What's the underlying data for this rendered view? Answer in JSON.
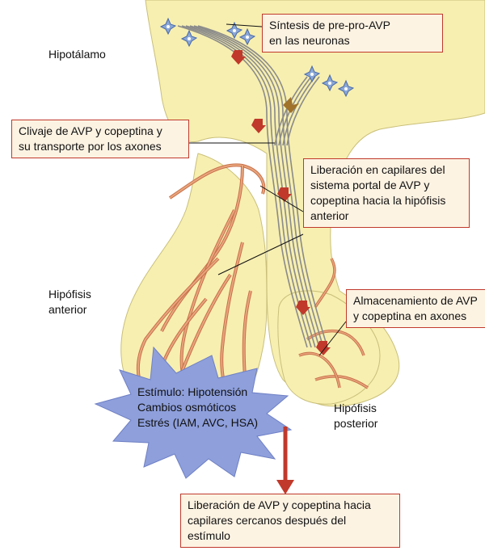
{
  "labels": {
    "hypothalamus": "Hipotálamo",
    "anterior_pituitary": "Hipófisis\nanterior",
    "posterior_pituitary": "Hipófisis\nposterior"
  },
  "boxes": {
    "synthesis": "Síntesis de pre-pro-AVP\nen las neuronas",
    "cleavage": "Clivaje de AVP y copeptina y\nsu transporte por los axones",
    "portal_release": "Liberación en capilares del\nsistema portal de AVP y\ncopeptina hacia la hipófisis\nanterior",
    "storage": "Almacenamiento de AVP\ny copeptina en axones",
    "capillary_release": "Liberación de AVP y copeptina hacia\ncapilares cercanos después del\nestímulo"
  },
  "stimulus": "Estímulo: Hipotensión\nCambios osmóticos\nEstrés (IAM, AVC, HSA)",
  "colors": {
    "tissue": "#f7efb0",
    "tissue_edge": "#c9bf7a",
    "vessel": "#e8a57c",
    "vessel_dark": "#c8704a",
    "axon": "#8a8a8a",
    "arrow": "#c0392b",
    "neuron": "#8aa7d6",
    "star": "#8e9fdc",
    "box_border": "#c0392b",
    "box_fill": "#fdf3e3"
  }
}
